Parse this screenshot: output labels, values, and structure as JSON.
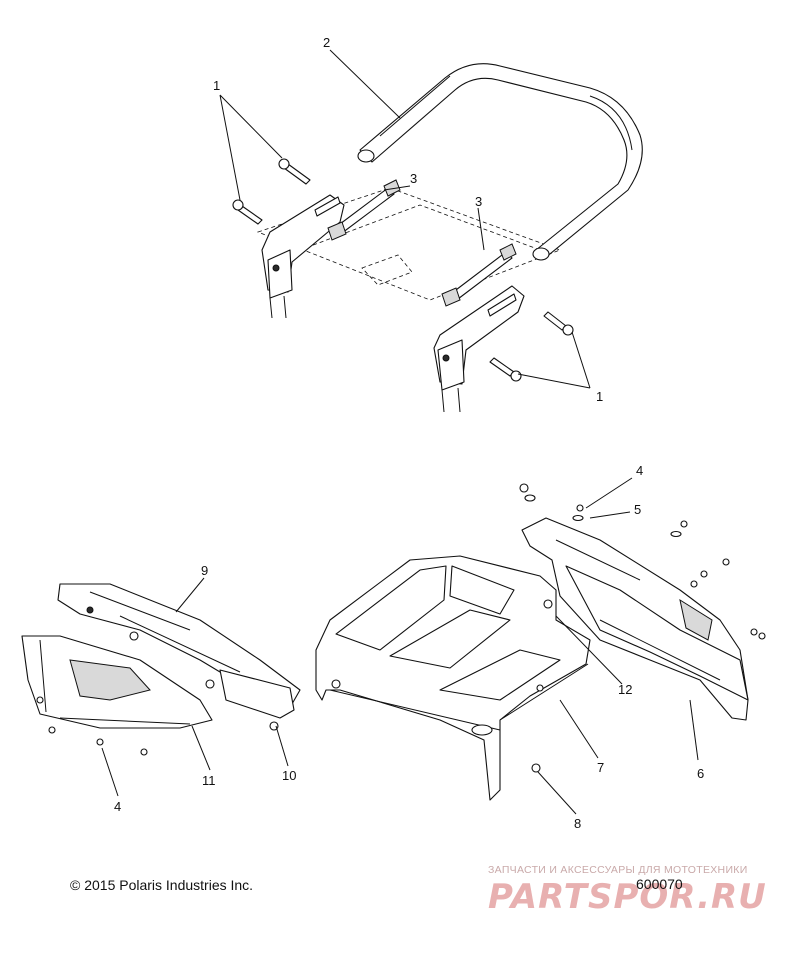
{
  "callouts": {
    "c1_top": "1",
    "c1_bottom": "1",
    "c2": "2",
    "c3_left": "3",
    "c3_right": "3",
    "c4_top": "4",
    "c4_bottom": "4",
    "c5": "5",
    "c6": "6",
    "c7": "7",
    "c8": "8",
    "c9": "9",
    "c10": "10",
    "c11": "11",
    "c12": "12"
  },
  "footer": {
    "copyright": "© 2015 Polaris Industries Inc.",
    "diagram_number": "600070"
  },
  "watermark": {
    "tagline": "ЗАПЧАСТИ И АКСЕССУАРЫ ДЛЯ МОТОТЕХНИКИ",
    "logo_text": "PARTSPOR.RU"
  },
  "colors": {
    "line": "#111111",
    "watermark": "#e8b0b0"
  }
}
